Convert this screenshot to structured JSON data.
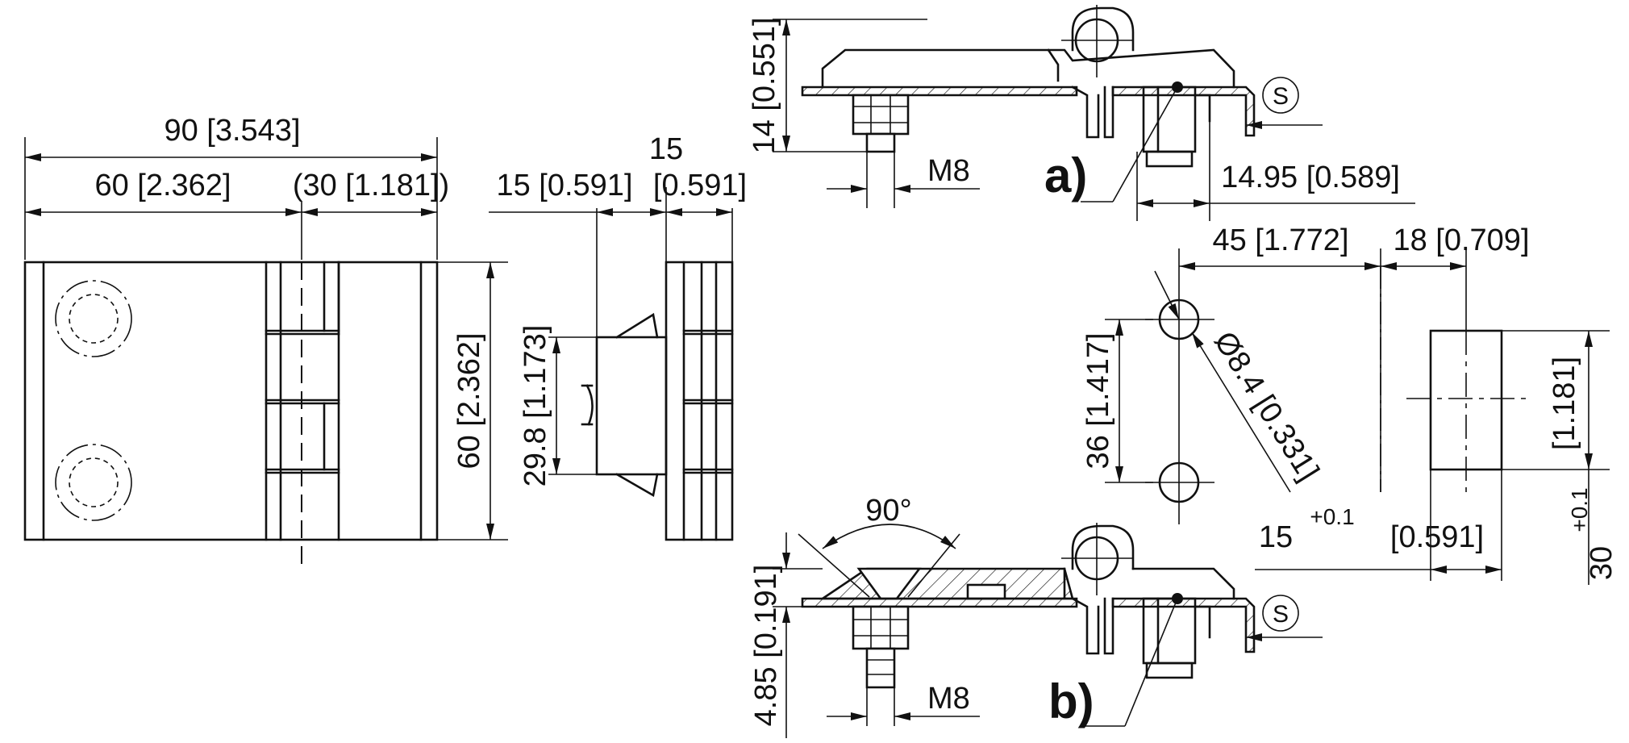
{
  "front_view": {
    "dim_overall_width": "90 [3.543]",
    "dim_leaf_width": "60 [2.362]",
    "dim_knuckle_width": "(30 [1.181])",
    "dim_height": "60 [2.362]"
  },
  "side_view": {
    "dim_top_15": "15",
    "dim_left_15": "15 [0.591]",
    "dim_right_15": "[0.591]",
    "dim_latch": "29.8 [1.173]"
  },
  "section_a": {
    "label": "a)",
    "dim_thickness": "14 [0.551]",
    "thread": "M8",
    "dim_offset": "14.95 [0.589]",
    "s_symbol": "S"
  },
  "section_b": {
    "label": "b)",
    "angle": "90°",
    "dim_thickness": "4.85 [0.191]",
    "thread": "M8",
    "s_symbol": "S"
  },
  "cutout": {
    "dim_45": "45 [1.772]",
    "dim_18": "18 [0.709]",
    "dim_36": "36 [1.417]",
    "dim_hole": "Ø8.4 [0.331]",
    "dim_15_base": "15",
    "dim_15_tol": "+0.1",
    "dim_15_inch": "[0.591]",
    "dim_30_base": "30",
    "dim_30_tol": "+0.1",
    "dim_30_inch": "[1.181]"
  }
}
